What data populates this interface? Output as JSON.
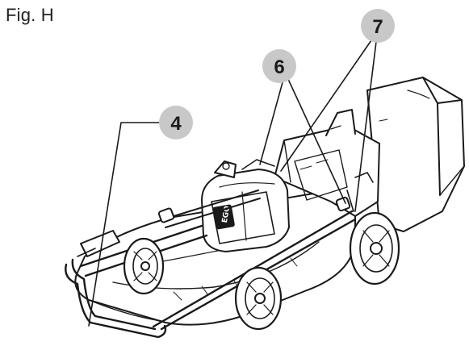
{
  "figure": {
    "title": "Fig. H",
    "colors": {
      "line": "#1a1a1a",
      "callout_fill": "#c8c8c8",
      "callout_text": "#1a1a1a",
      "background": "#ffffff"
    }
  },
  "callouts": [
    {
      "id": "4",
      "label": "4",
      "icon": "callout-circle"
    },
    {
      "id": "6",
      "label": "6",
      "icon": "callout-circle"
    },
    {
      "id": "7",
      "label": "7",
      "icon": "callout-circle"
    }
  ],
  "battery_badge": "EGO"
}
